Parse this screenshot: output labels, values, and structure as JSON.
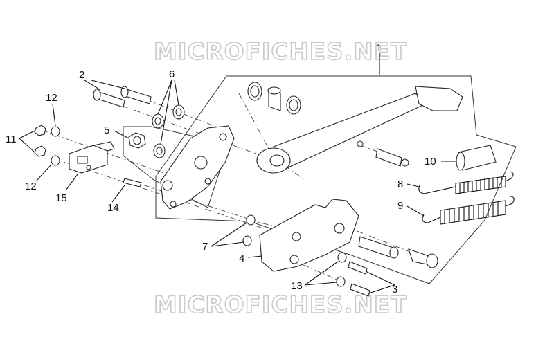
{
  "watermarks": [
    "MICROFICHES.NET",
    "MICROFICHES.NET"
  ],
  "callouts": {
    "c1": "1",
    "c2": "2",
    "c3": "3",
    "c4": "4",
    "c5": "5",
    "c6": "6",
    "c7": "7",
    "c8": "8",
    "c9": "9",
    "c10": "10",
    "c11": "11",
    "c12a": "12",
    "c12b": "12",
    "c13": "13",
    "c14": "14",
    "c15": "15"
  }
}
